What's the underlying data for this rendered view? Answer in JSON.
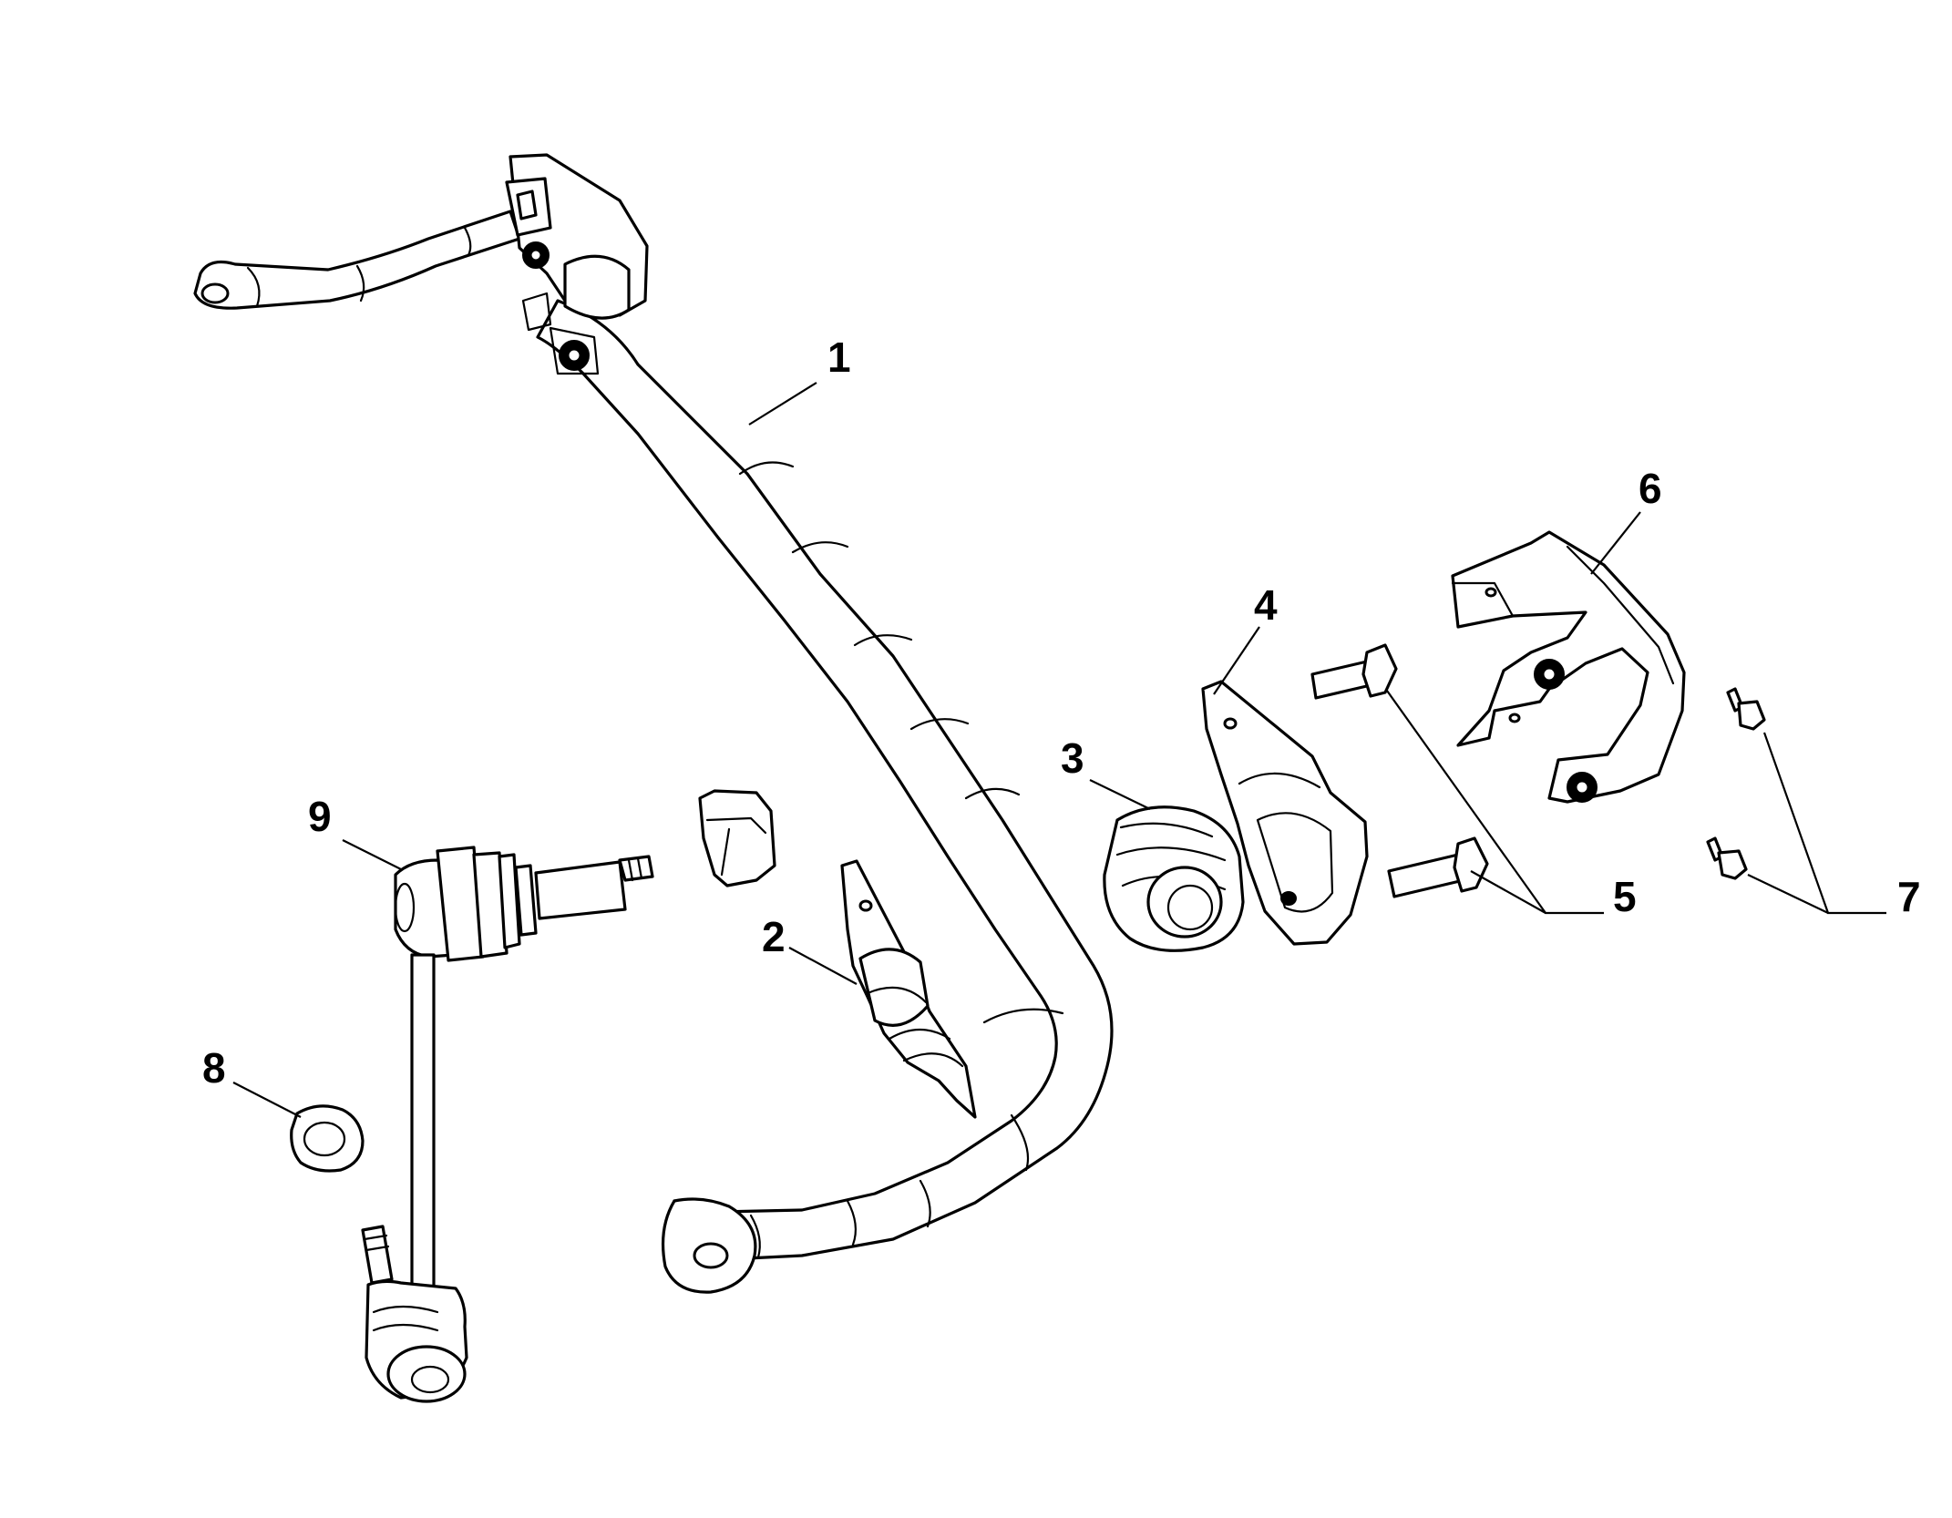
{
  "diagram": {
    "colors": {
      "stroke": "#000000",
      "background": "#ffffff"
    },
    "callouts": [
      {
        "id": "1",
        "label": "1"
      },
      {
        "id": "2",
        "label": "2"
      },
      {
        "id": "3",
        "label": "3"
      },
      {
        "id": "4",
        "label": "4"
      },
      {
        "id": "5",
        "label": "5"
      },
      {
        "id": "6",
        "label": "6"
      },
      {
        "id": "7",
        "label": "7"
      },
      {
        "id": "8",
        "label": "8"
      },
      {
        "id": "9",
        "label": "9"
      }
    ]
  }
}
